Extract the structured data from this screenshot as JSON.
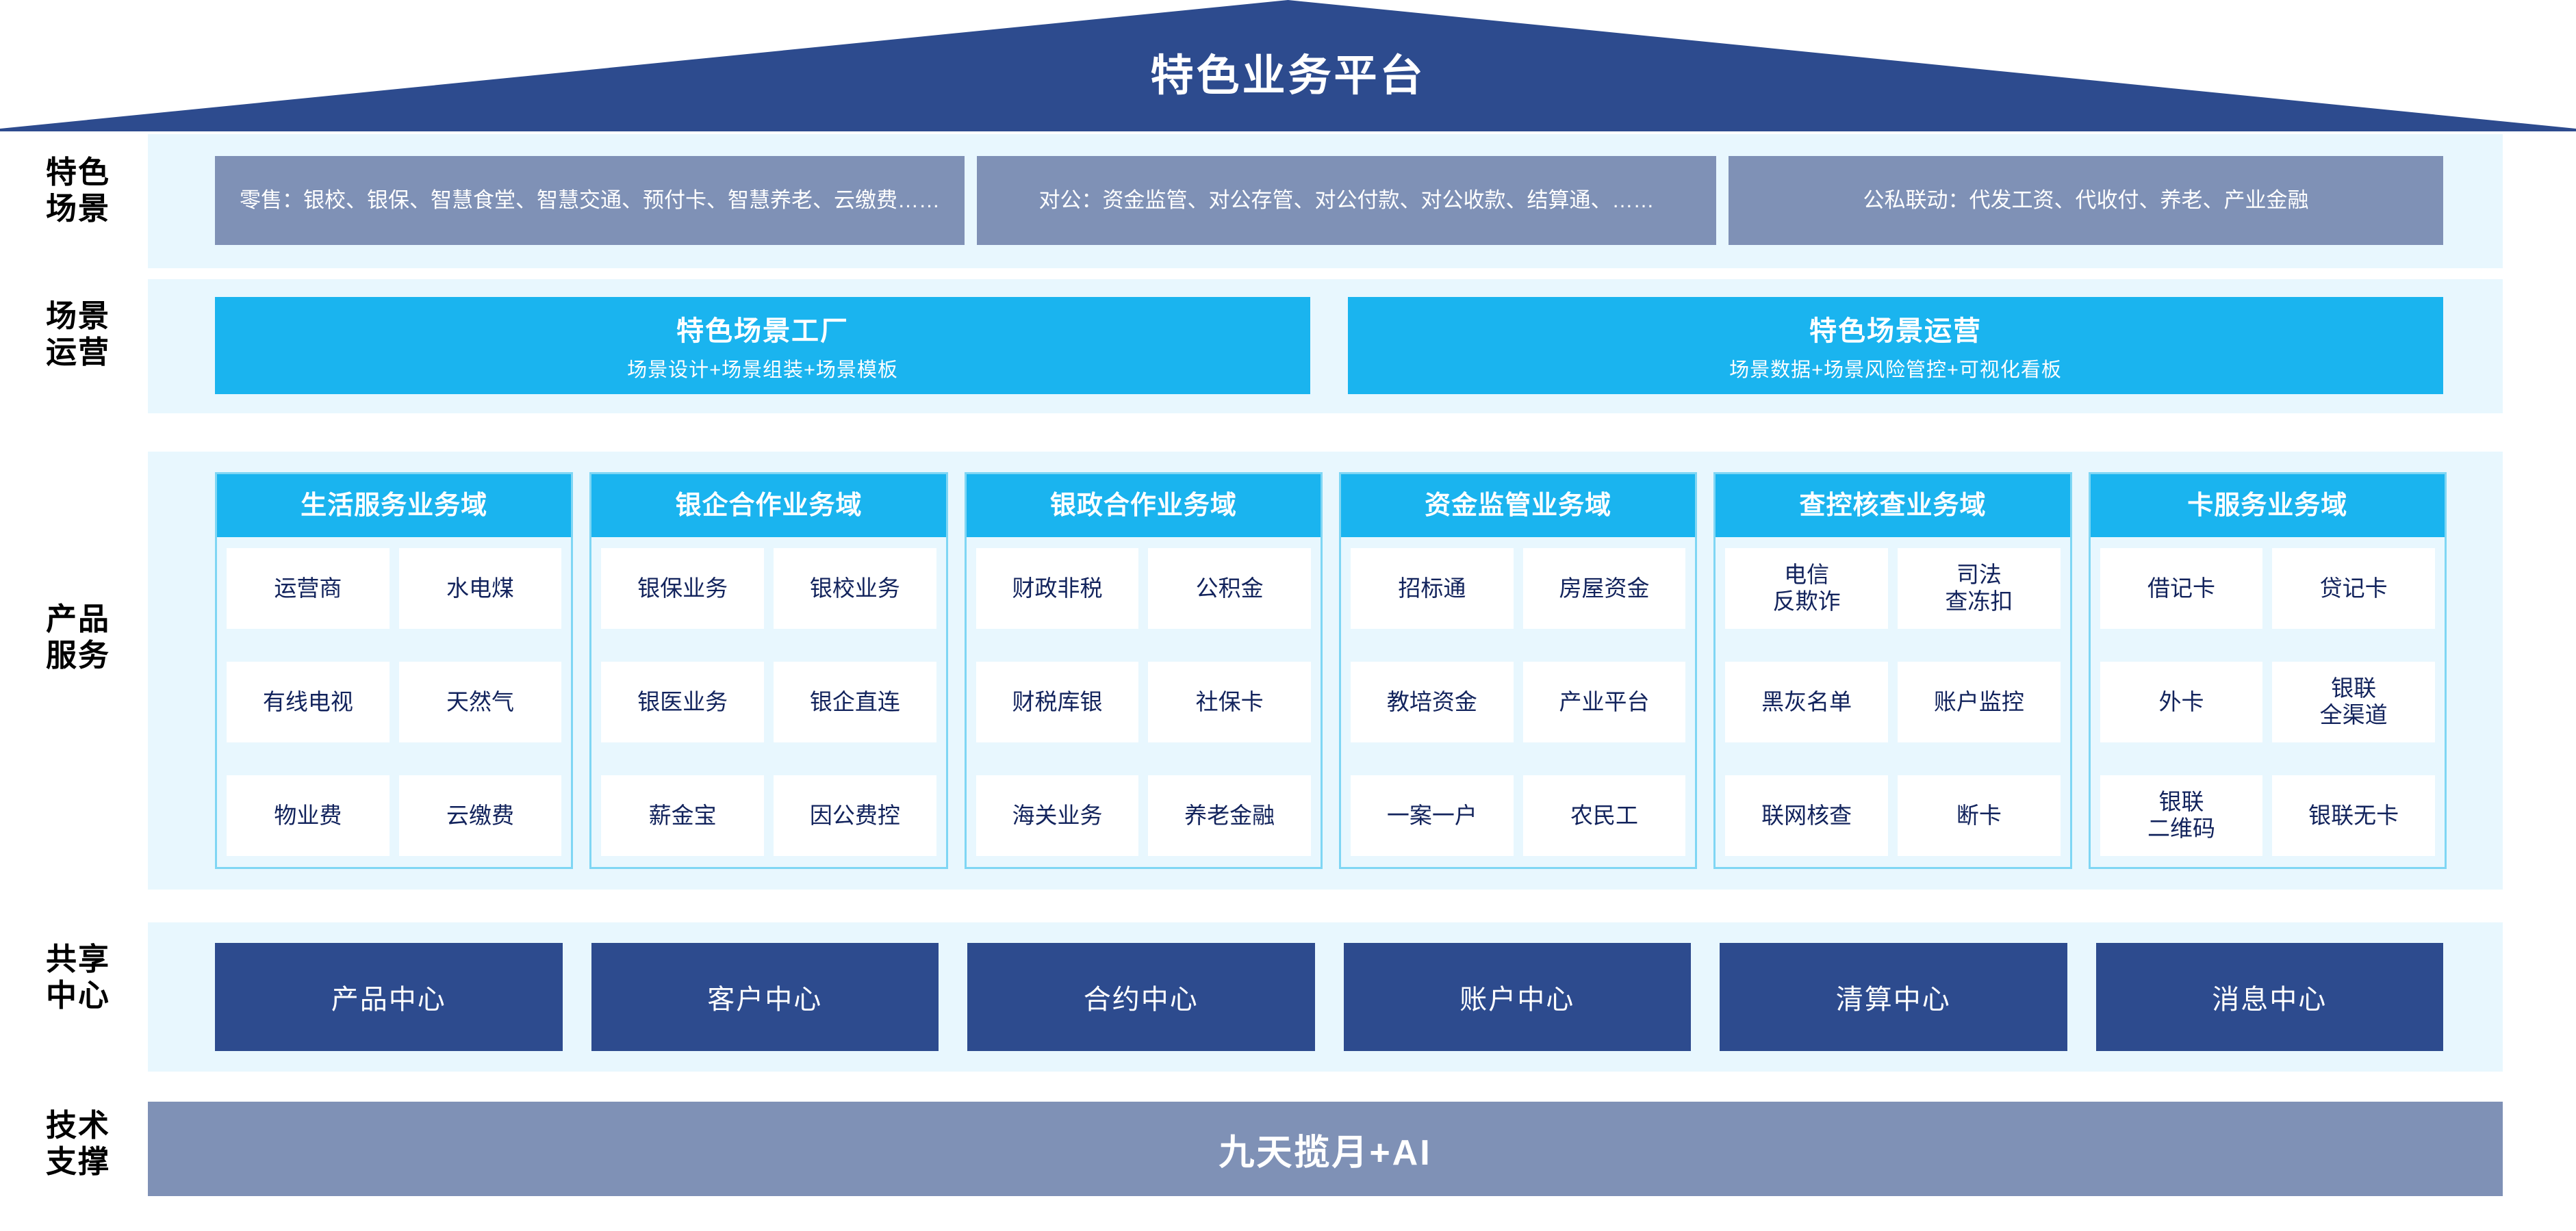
{
  "title": "特色业务平台",
  "colors": {
    "roof_navy": "#2d4b8e",
    "band_pale": "#e8f7fe",
    "chip_slate": "#7f91b6",
    "cyan": "#1ab4ef",
    "domain_border": "#7fd6f4",
    "center_navy": "#2d4b8e",
    "text_navy": "#12235c"
  },
  "row_labels": {
    "scenarios": "特色\n场景",
    "operations": "场景\n运营",
    "products": "产品\n服务",
    "shared": "共享\n中心",
    "tech": "技术\n支撑"
  },
  "scenarios": [
    "零售：银校、银保、智慧食堂、智慧交通、预付卡、智慧养老、云缴费……",
    "对公：资金监管、对公存管、对公付款、对公收款、结算通、……",
    "公私联动：代发工资、代收付、养老、产业金融"
  ],
  "operations": [
    {
      "title": "特色场景工厂",
      "subtitle": "场景设计+场景组装+场景模板"
    },
    {
      "title": "特色场景运营",
      "subtitle": "场景数据+场景风险管控+可视化看板"
    }
  ],
  "domains": [
    {
      "title": "生活服务业务域",
      "rows": [
        [
          "运营商",
          "水电煤"
        ],
        [
          "有线电视",
          "天然气"
        ],
        [
          "物业费",
          "云缴费"
        ]
      ]
    },
    {
      "title": "银企合作业务域",
      "rows": [
        [
          "银保业务",
          "银校业务"
        ],
        [
          "银医业务",
          "银企直连"
        ],
        [
          "薪金宝",
          "因公费控"
        ]
      ]
    },
    {
      "title": "银政合作业务域",
      "rows": [
        [
          "财政非税",
          "公积金"
        ],
        [
          "财税库银",
          "社保卡"
        ],
        [
          "海关业务",
          "养老金融"
        ]
      ]
    },
    {
      "title": "资金监管业务域",
      "rows": [
        [
          "招标通",
          "房屋资金"
        ],
        [
          "教培资金",
          "产业平台"
        ],
        [
          "一案一户",
          "农民工"
        ]
      ]
    },
    {
      "title": "查控核查业务域",
      "rows": [
        [
          "电信\n反欺诈",
          "司法\n查冻扣"
        ],
        [
          "黑灰名单",
          "账户监控"
        ],
        [
          "联网核查",
          "断卡"
        ]
      ]
    },
    {
      "title": "卡服务业务域",
      "rows": [
        [
          "借记卡",
          "贷记卡"
        ],
        [
          "外卡",
          "银联\n全渠道"
        ],
        [
          "银联\n二维码",
          "银联无卡"
        ]
      ]
    }
  ],
  "shared_centers": [
    "产品中心",
    "客户中心",
    "合约中心",
    "账户中心",
    "清算中心",
    "消息中心"
  ],
  "tech_support": "九天揽月+AI"
}
